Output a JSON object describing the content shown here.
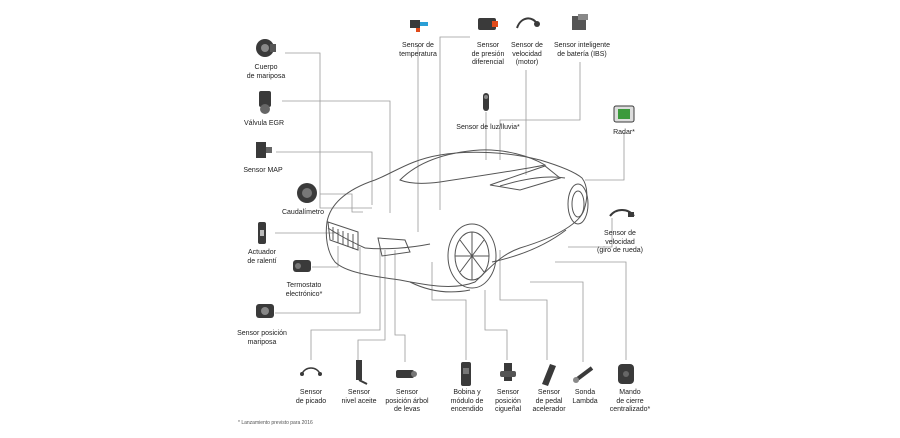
{
  "diagram": {
    "components": {
      "cuerpo_mariposa": [
        "Cuerpo",
        "de mariposa"
      ],
      "valvula_egr": [
        "Válvula EGR"
      ],
      "sensor_map": [
        "Sensor MAP"
      ],
      "caudalimetro": [
        "Caudalímetro"
      ],
      "actuador_ralenti": [
        "Actuador",
        "de ralentí"
      ],
      "termostato": [
        "Termostato",
        "electrónico*"
      ],
      "sensor_posicion_mariposa": [
        "Sensor posición",
        "mariposa"
      ],
      "sensor_temperatura": [
        "Sensor de",
        "temperatura"
      ],
      "sensor_presion_diferencial": [
        "Sensor",
        "de presión",
        "diferencial"
      ],
      "sensor_velocidad_motor": [
        "Sensor de",
        "velocidad",
        "(motor)"
      ],
      "sensor_bateria": [
        "Sensor inteligente",
        "de batería (IBS)"
      ],
      "sensor_luz_lluvia": [
        "Sensor de luz/lluvia*"
      ],
      "radar": [
        "Radar*"
      ],
      "sensor_velocidad_rueda": [
        "Sensor de",
        "velocidad",
        "(giro de rueda)"
      ],
      "sensor_picado": [
        "Sensor",
        "de picado"
      ],
      "sensor_nivel_aceite": [
        "Sensor",
        "nivel aceite"
      ],
      "sensor_arbol_levas": [
        "Sensor",
        "posición árbol",
        "de levas"
      ],
      "bobina": [
        "Bobina y",
        "módulo de",
        "encendido"
      ],
      "sensor_ciguenal": [
        "Sensor",
        "posición",
        "cigueñal"
      ],
      "sensor_pedal": [
        "Sensor",
        "de pedal",
        "acelerador"
      ],
      "sonda_lambda": [
        "Sonda",
        "Lambda"
      ],
      "mando_cierre": [
        "Mando",
        "de cierre",
        "centralizado*"
      ]
    },
    "footnote": "* Lanzamiento previsto para 2016",
    "colors": {
      "line": "#9a9a9a",
      "car": "#555555",
      "part": "#3a3a3a",
      "accent": "#e04a1a",
      "blue": "#2a9fd6"
    }
  }
}
